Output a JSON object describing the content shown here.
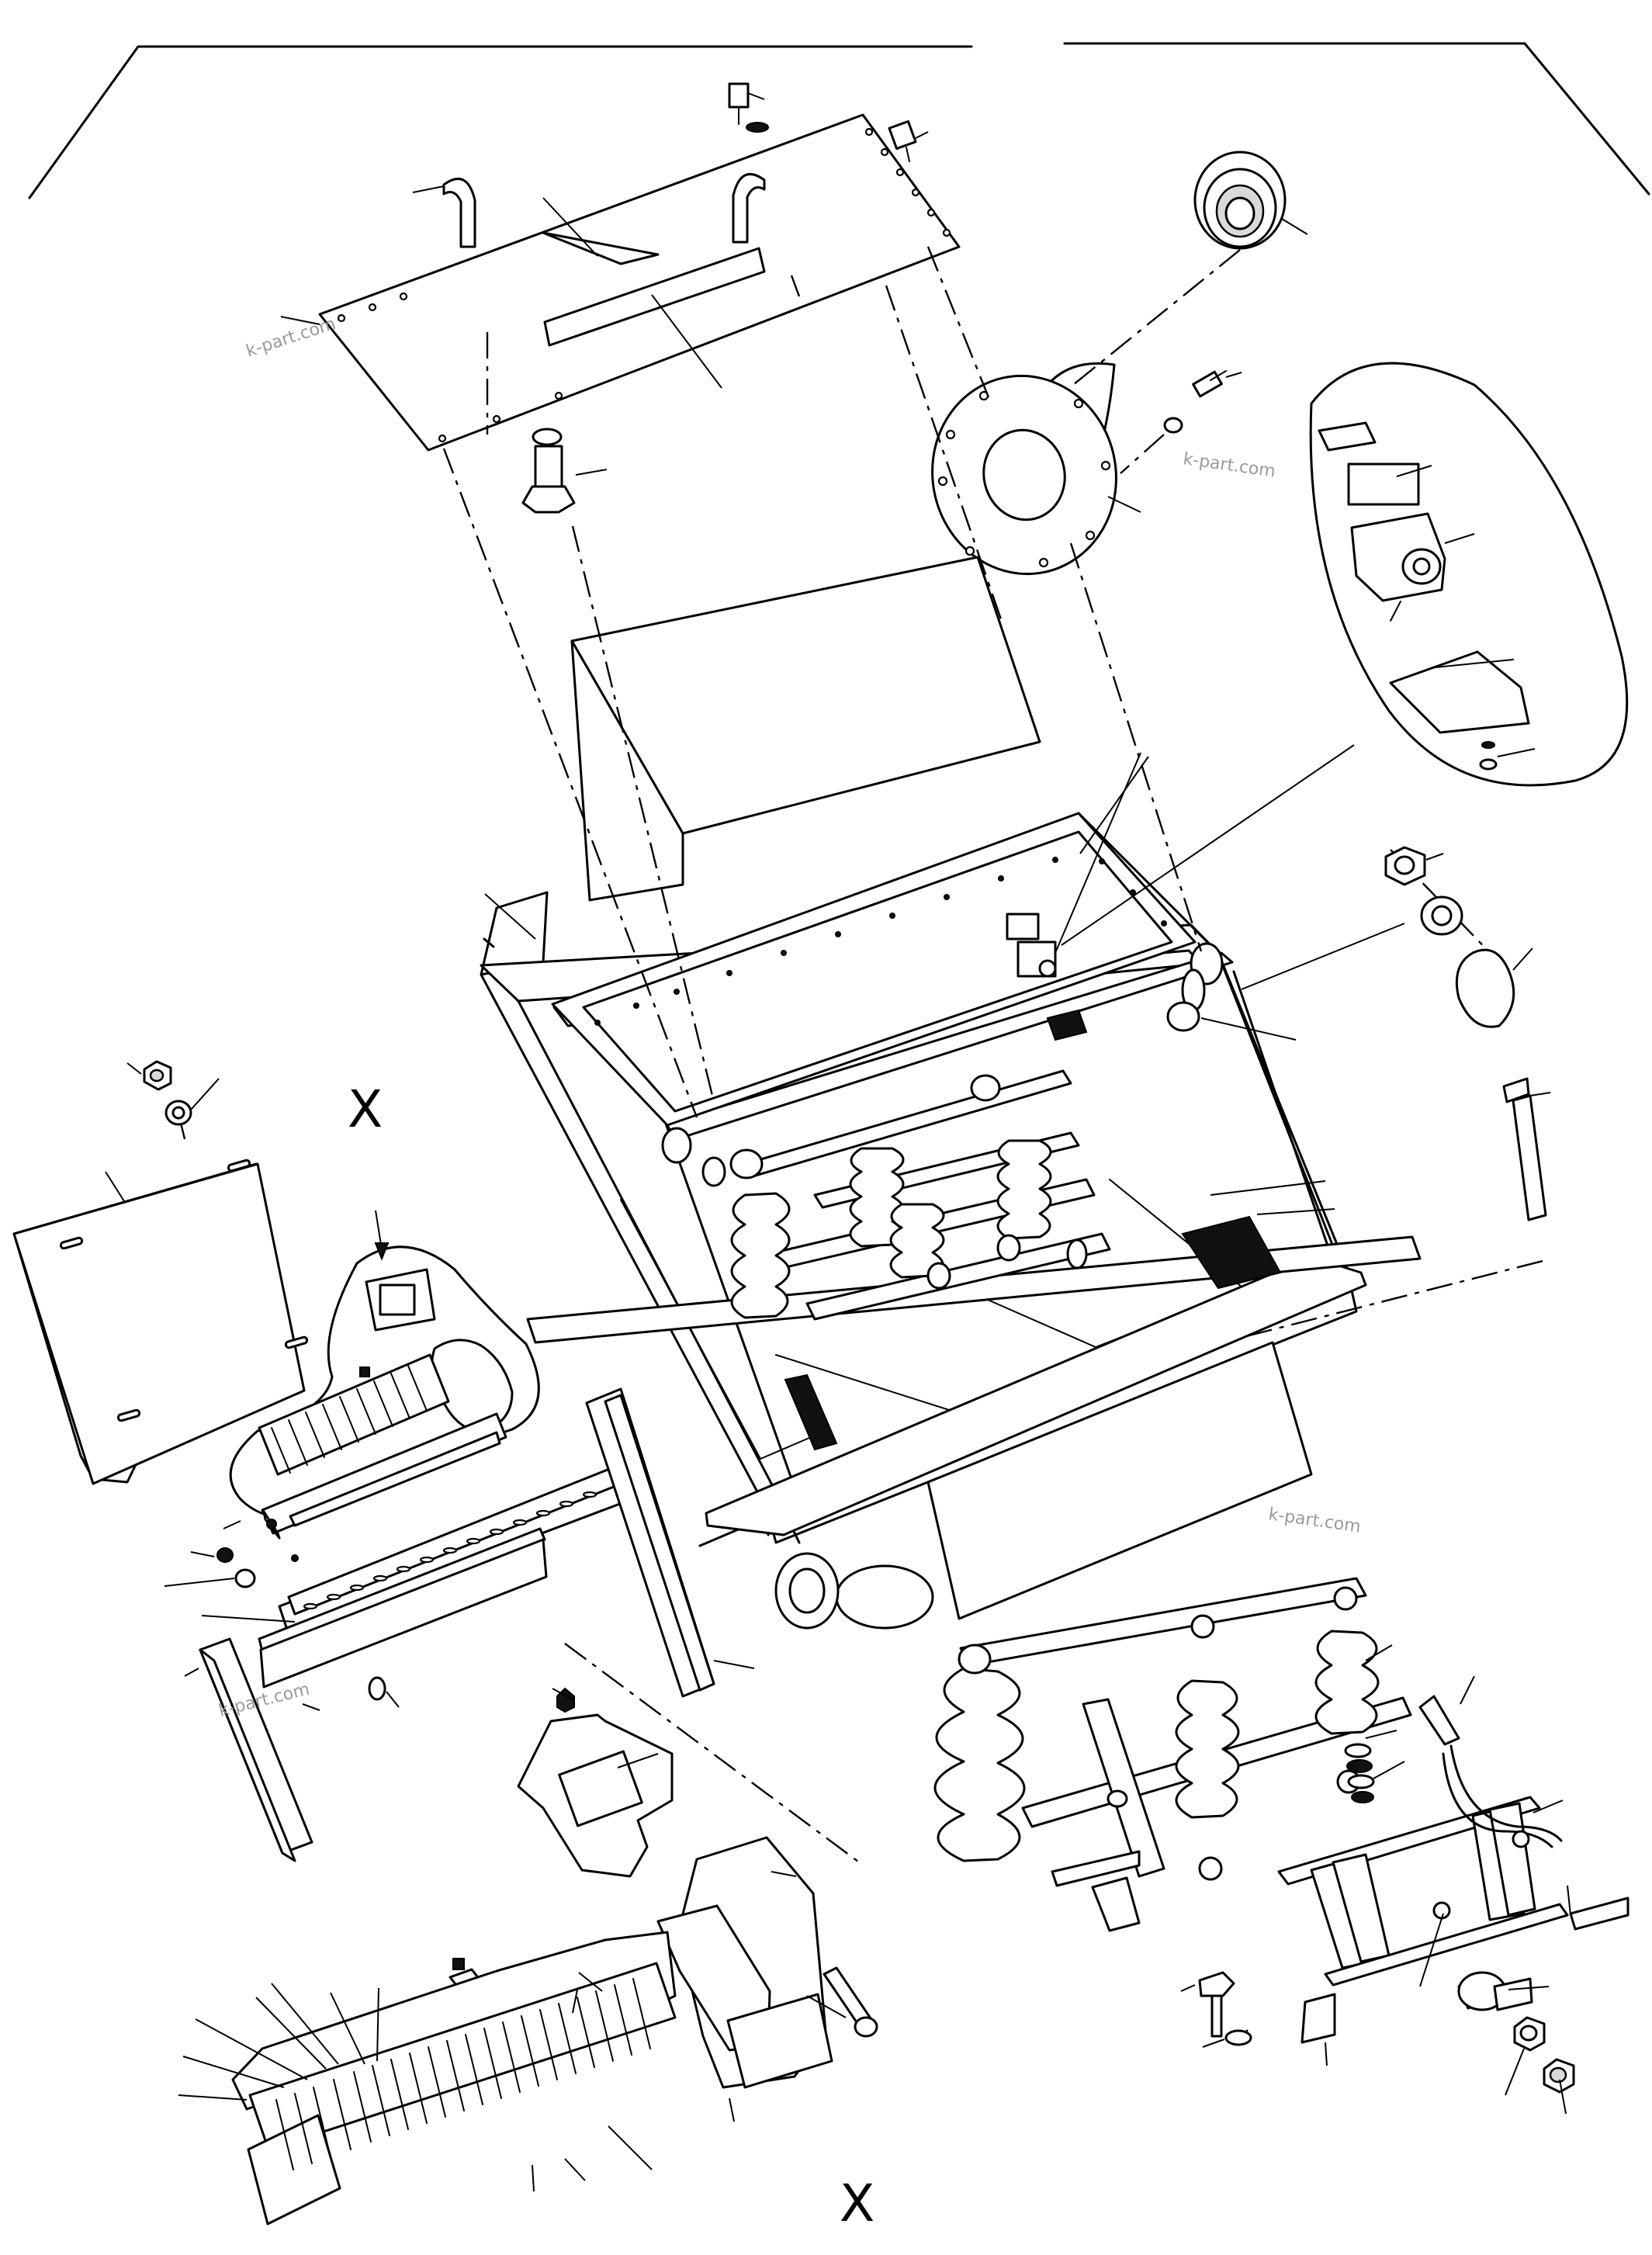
{
  "diagram": {
    "callouts": [
      "X",
      "X"
    ],
    "watermark": "k-part.com"
  }
}
